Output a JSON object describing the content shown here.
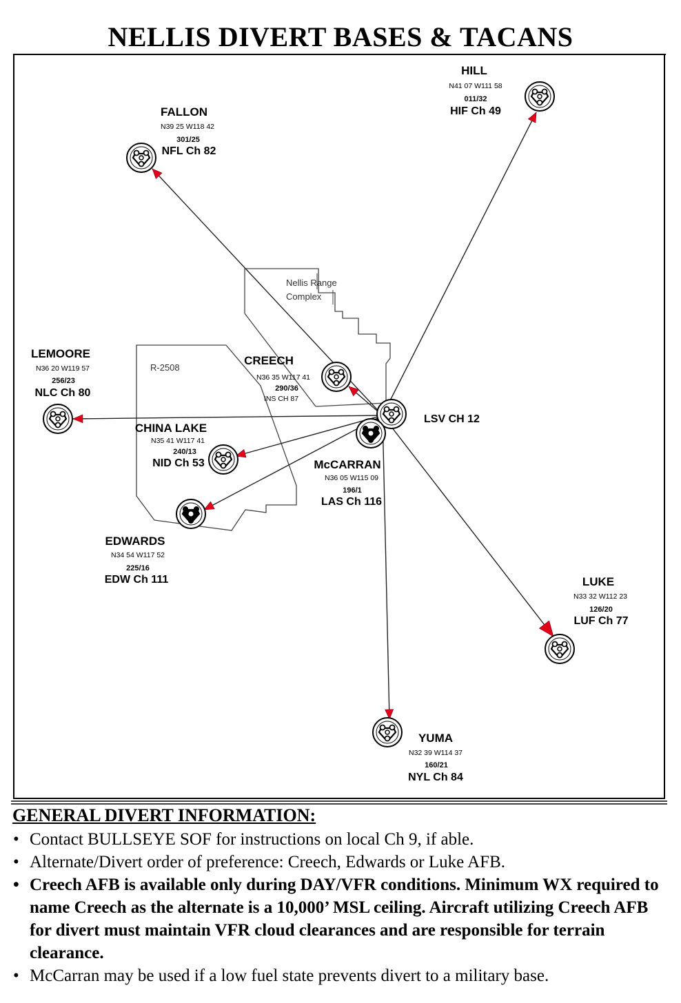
{
  "title": "NELLIS DIVERT BASES & TACANS",
  "hub": {
    "label": "LSV CH 12"
  },
  "regions": {
    "nellis_range_line1": "Nellis Range",
    "nellis_range_line2": "Complex",
    "r2508": "R-2508"
  },
  "bases": [
    {
      "id": "hill",
      "name": "HILL",
      "coords": "N41 07  W111 58",
      "radial": "011/32",
      "channel": "HIF Ch 49",
      "icon": "tacan-open"
    },
    {
      "id": "fallon",
      "name": "FALLON",
      "coords": "N39 25  W118 42",
      "radial": "301/25",
      "channel": "NFL Ch 82",
      "icon": "tacan-open"
    },
    {
      "id": "lemoore",
      "name": "LEMOORE",
      "coords": "N36 20  W119 57",
      "radial": "256/23",
      "channel": "NLC Ch 80",
      "icon": "tacan-open"
    },
    {
      "id": "creech",
      "name": "CREECH",
      "coords": "N36 35  W117 41",
      "radial": "290/36",
      "channel": "INS CH 87",
      "icon": "tacan-open"
    },
    {
      "id": "chinalake",
      "name": "CHINA LAKE",
      "coords": "N35 41  W117 41",
      "radial": "240/13",
      "channel": "NID Ch 53",
      "icon": "tacan-open"
    },
    {
      "id": "mccarran",
      "name": "McCARRAN",
      "coords": "N36 05  W115 09",
      "radial": "196/1",
      "channel": "LAS Ch 116",
      "icon": "tacan-filled"
    },
    {
      "id": "edwards",
      "name": "EDWARDS",
      "coords": "N34 54  W117 52",
      "radial": "225/16",
      "channel": "EDW Ch 111",
      "icon": "tacan-filled"
    },
    {
      "id": "luke",
      "name": "LUKE",
      "coords": "N33 32  W112 23",
      "radial": "126/20",
      "channel": "LUF Ch 77",
      "icon": "tacan-open"
    },
    {
      "id": "yuma",
      "name": "YUMA",
      "coords": "N32 39  W114 37",
      "radial": "160/21",
      "channel": "NYL Ch 84",
      "icon": "tacan-open"
    }
  ],
  "info": {
    "heading": "GENERAL DIVERT INFORMATION:",
    "items": [
      {
        "text": "Contact BULLSEYE SOF for instructions on local Ch 9, if able.",
        "bold": false
      },
      {
        "text": "Alternate/Divert order of preference: Creech, Edwards or Luke AFB.",
        "bold": false
      },
      {
        "text": "Creech AFB is available only during DAY/VFR conditions.  Minimum WX required to name Creech as the alternate is a 10,000’ MSL ceiling.  Aircraft utilizing Creech AFB for divert must maintain VFR cloud clearances and are responsible for terrain clearance.",
        "bold": true
      },
      {
        "text": "McCarran may be used if a low fuel state prevents divert to a military base.",
        "bold": false
      }
    ]
  }
}
